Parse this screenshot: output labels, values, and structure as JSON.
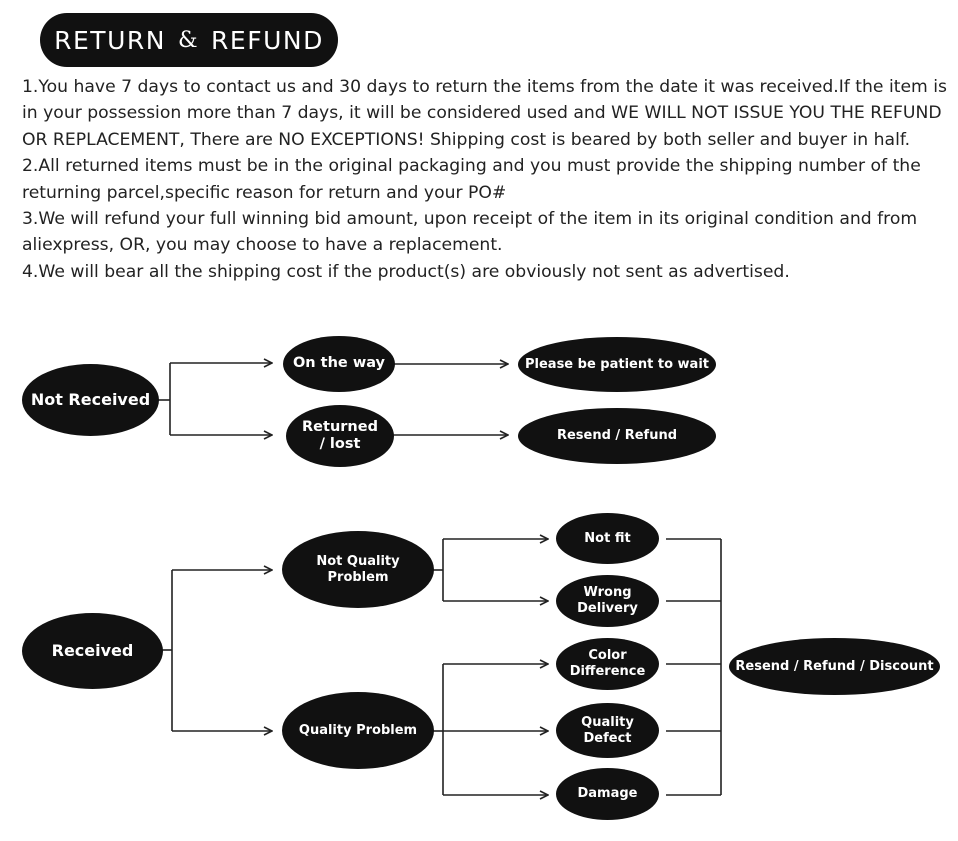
{
  "header": {
    "title_left": "RETURN",
    "title_amp": "&",
    "title_right": "REFUND"
  },
  "policy": {
    "p1": "1.You have 7 days to contact us and 30 days to return the items from the date it was received.If the item is in your possession more than 7 days, it will be considered used and WE WILL NOT ISSUE YOU THE REFUND OR REPLACEMENT, There are NO EXCEPTIONS! Shipping cost is beared by both seller and buyer in half.",
    "p2": "2.All returned items must be in the original packaging and you must provide the shipping number of the returning parcel,specific reason for return and your PO#",
    "p3": "3.We will refund your full winning bid amount, upon receipt of the item in its original condition and from aliexpress, OR, you may choose to have a replacement.",
    "p4": "4.We will bear all the shipping cost if the product(s) are obviously not sent as advertised."
  },
  "flow_not_received": {
    "root": "Not Received",
    "branch_on_the_way": "On the way",
    "branch_returned_lost": "Returned\n/  lost",
    "result_patient": "Please be patient to wait",
    "result_resend_refund": "Resend / Refund"
  },
  "flow_received": {
    "root": "Received",
    "not_quality": "Not Quality Problem",
    "quality": "Quality Problem",
    "not_fit": "Not fit",
    "wrong_delivery": "Wrong\nDelivery",
    "color_difference": "Color\nDifference",
    "quality_defect": "Quality\nDefect",
    "damage": "Damage",
    "outcome": "Resend / Refund / Discount"
  }
}
